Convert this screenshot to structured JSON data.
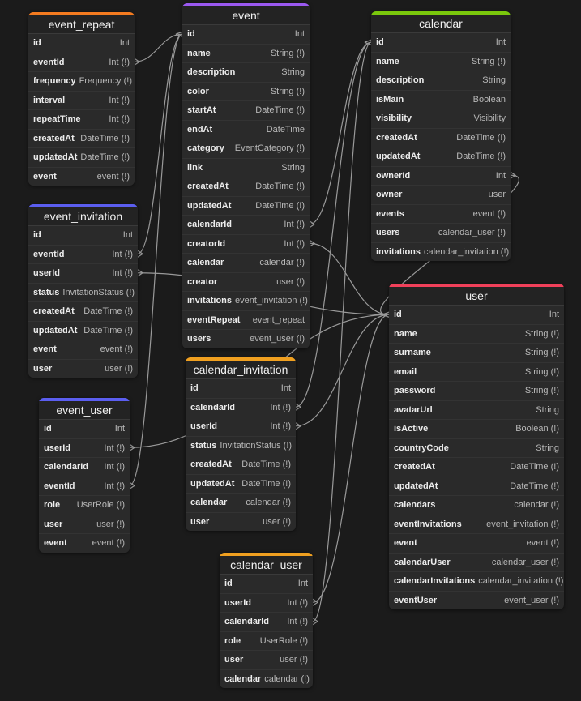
{
  "colors": {
    "background": "#1b1b1b",
    "edge": "#9a9a9a",
    "orange": "#f47b20",
    "purple": "#9b59f0",
    "green": "#7ac70c",
    "indigo": "#5b5ef0",
    "amber": "#f0a020",
    "red": "#f0405a"
  },
  "tables": {
    "event_repeat": {
      "name": "event_repeat",
      "fields": [
        {
          "name": "id",
          "type": "Int"
        },
        {
          "name": "eventId",
          "type": "Int (!)"
        },
        {
          "name": "frequency",
          "type": "Frequency (!)"
        },
        {
          "name": "interval",
          "type": "Int (!)"
        },
        {
          "name": "repeatTime",
          "type": "Int (!)"
        },
        {
          "name": "createdAt",
          "type": "DateTime (!)"
        },
        {
          "name": "updatedAt",
          "type": "DateTime (!)"
        },
        {
          "name": "event",
          "type": "event (!)"
        }
      ]
    },
    "event": {
      "name": "event",
      "fields": [
        {
          "name": "id",
          "type": "Int"
        },
        {
          "name": "name",
          "type": "String (!)"
        },
        {
          "name": "description",
          "type": "String"
        },
        {
          "name": "color",
          "type": "String (!)"
        },
        {
          "name": "startAt",
          "type": "DateTime (!)"
        },
        {
          "name": "endAt",
          "type": "DateTime"
        },
        {
          "name": "category",
          "type": "EventCategory (!)"
        },
        {
          "name": "link",
          "type": "String"
        },
        {
          "name": "createdAt",
          "type": "DateTime (!)"
        },
        {
          "name": "updatedAt",
          "type": "DateTime (!)"
        },
        {
          "name": "calendarId",
          "type": "Int (!)"
        },
        {
          "name": "creatorId",
          "type": "Int (!)"
        },
        {
          "name": "calendar",
          "type": "calendar (!)"
        },
        {
          "name": "creator",
          "type": "user (!)"
        },
        {
          "name": "invitations",
          "type": "event_invitation (!)"
        },
        {
          "name": "eventRepeat",
          "type": "event_repeat"
        },
        {
          "name": "users",
          "type": "event_user (!)"
        }
      ]
    },
    "calendar": {
      "name": "calendar",
      "fields": [
        {
          "name": "id",
          "type": "Int"
        },
        {
          "name": "name",
          "type": "String (!)"
        },
        {
          "name": "description",
          "type": "String"
        },
        {
          "name": "isMain",
          "type": "Boolean"
        },
        {
          "name": "visibility",
          "type": "Visibility"
        },
        {
          "name": "createdAt",
          "type": "DateTime (!)"
        },
        {
          "name": "updatedAt",
          "type": "DateTime (!)"
        },
        {
          "name": "ownerId",
          "type": "Int"
        },
        {
          "name": "owner",
          "type": "user"
        },
        {
          "name": "events",
          "type": "event (!)"
        },
        {
          "name": "users",
          "type": "calendar_user (!)"
        },
        {
          "name": "invitations",
          "type": "calendar_invitation (!)"
        }
      ]
    },
    "event_invitation": {
      "name": "event_invitation",
      "fields": [
        {
          "name": "id",
          "type": "Int"
        },
        {
          "name": "eventId",
          "type": "Int (!)"
        },
        {
          "name": "userId",
          "type": "Int (!)"
        },
        {
          "name": "status",
          "type": "InvitationStatus (!)"
        },
        {
          "name": "createdAt",
          "type": "DateTime (!)"
        },
        {
          "name": "updatedAt",
          "type": "DateTime (!)"
        },
        {
          "name": "event",
          "type": "event (!)"
        },
        {
          "name": "user",
          "type": "user (!)"
        }
      ]
    },
    "user": {
      "name": "user",
      "fields": [
        {
          "name": "id",
          "type": "Int"
        },
        {
          "name": "name",
          "type": "String (!)"
        },
        {
          "name": "surname",
          "type": "String (!)"
        },
        {
          "name": "email",
          "type": "String (!)"
        },
        {
          "name": "password",
          "type": "String (!)"
        },
        {
          "name": "avatarUrl",
          "type": "String"
        },
        {
          "name": "isActive",
          "type": "Boolean (!)"
        },
        {
          "name": "countryCode",
          "type": "String"
        },
        {
          "name": "createdAt",
          "type": "DateTime (!)"
        },
        {
          "name": "updatedAt",
          "type": "DateTime (!)"
        },
        {
          "name": "calendars",
          "type": "calendar (!)"
        },
        {
          "name": "eventInvitations",
          "type": "event_invitation (!)"
        },
        {
          "name": "event",
          "type": "event (!)"
        },
        {
          "name": "calendarUser",
          "type": "calendar_user (!)"
        },
        {
          "name": "calendarInvitations",
          "type": "calendar_invitation (!)"
        },
        {
          "name": "eventUser",
          "type": "event_user (!)"
        }
      ]
    },
    "calendar_invitation": {
      "name": "calendar_invitation",
      "fields": [
        {
          "name": "id",
          "type": "Int"
        },
        {
          "name": "calendarId",
          "type": "Int (!)"
        },
        {
          "name": "userId",
          "type": "Int (!)"
        },
        {
          "name": "status",
          "type": "InvitationStatus (!)"
        },
        {
          "name": "createdAt",
          "type": "DateTime (!)"
        },
        {
          "name": "updatedAt",
          "type": "DateTime (!)"
        },
        {
          "name": "calendar",
          "type": "calendar (!)"
        },
        {
          "name": "user",
          "type": "user (!)"
        }
      ]
    },
    "event_user": {
      "name": "event_user",
      "fields": [
        {
          "name": "id",
          "type": "Int"
        },
        {
          "name": "userId",
          "type": "Int (!)"
        },
        {
          "name": "calendarId",
          "type": "Int (!)"
        },
        {
          "name": "eventId",
          "type": "Int (!)"
        },
        {
          "name": "role",
          "type": "UserRole (!)"
        },
        {
          "name": "user",
          "type": "user (!)"
        },
        {
          "name": "event",
          "type": "event (!)"
        }
      ]
    },
    "calendar_user": {
      "name": "calendar_user",
      "fields": [
        {
          "name": "id",
          "type": "Int"
        },
        {
          "name": "userId",
          "type": "Int (!)"
        },
        {
          "name": "calendarId",
          "type": "Int (!)"
        },
        {
          "name": "role",
          "type": "UserRole (!)"
        },
        {
          "name": "user",
          "type": "user (!)"
        },
        {
          "name": "calendar",
          "type": "calendar (!)"
        }
      ]
    }
  },
  "relations": [
    {
      "from": "event_repeat.eventId",
      "to": "event.id"
    },
    {
      "from": "event_invitation.eventId",
      "to": "event.id"
    },
    {
      "from": "event_invitation.userId",
      "to": "user.id"
    },
    {
      "from": "event_user.userId",
      "to": "user.id"
    },
    {
      "from": "event_user.eventId",
      "to": "event.id"
    },
    {
      "from": "event.calendarId",
      "to": "calendar.id"
    },
    {
      "from": "event.creatorId",
      "to": "user.id"
    },
    {
      "from": "calendar.ownerId",
      "to": "user.id"
    },
    {
      "from": "calendar_invitation.calendarId",
      "to": "calendar.id"
    },
    {
      "from": "calendar_invitation.userId",
      "to": "user.id"
    },
    {
      "from": "calendar_user.userId",
      "to": "user.id"
    },
    {
      "from": "calendar_user.calendarId",
      "to": "calendar.id"
    }
  ]
}
